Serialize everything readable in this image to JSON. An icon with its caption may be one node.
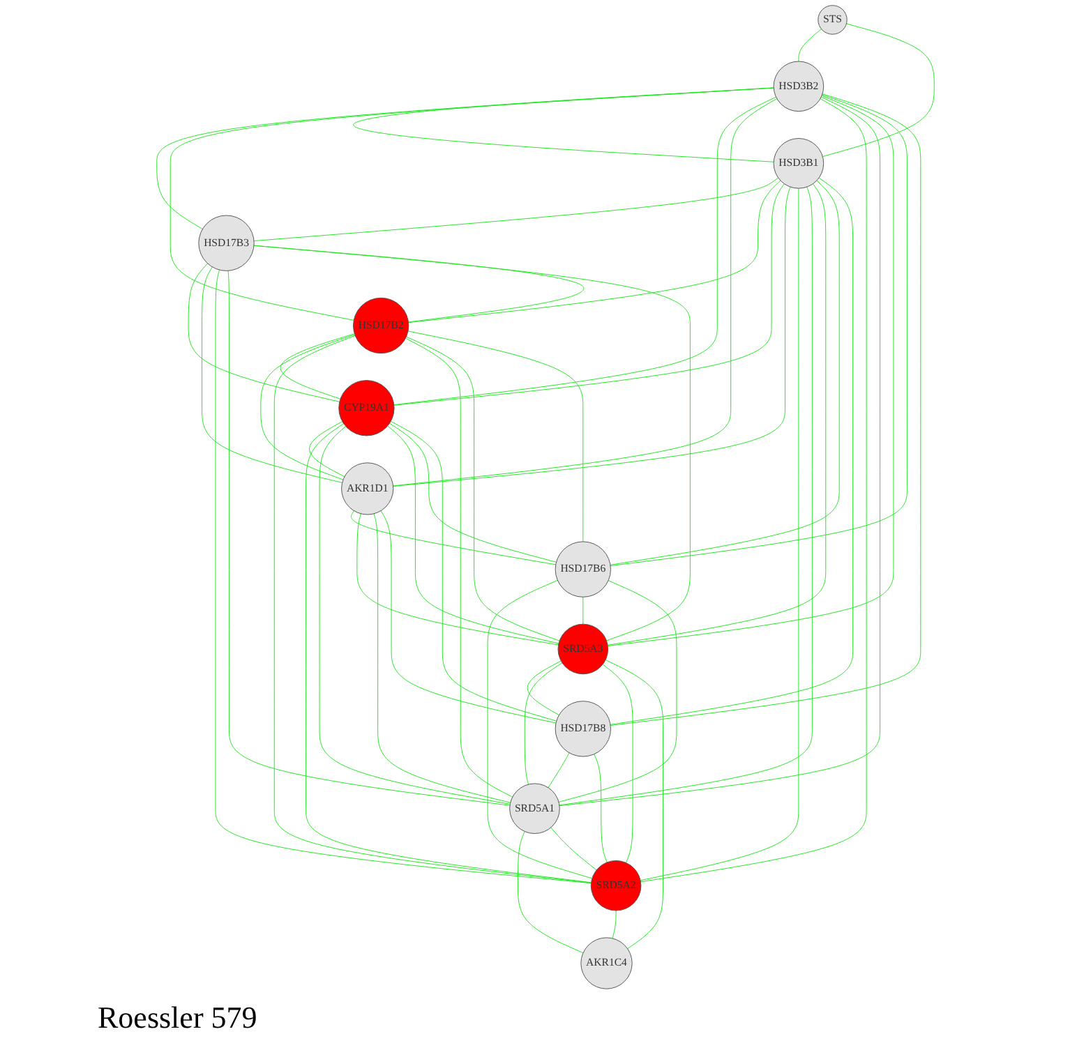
{
  "diagram": {
    "nodes": [
      {
        "text": [
          "STS"
        ]
      },
      {
        "text": [
          "HSD17B3"
        ]
      },
      {
        "text": [
          "HSD3B1"
        ]
      },
      {
        "text": [
          "HSD3B2"
        ]
      },
      {
        "text": [
          "HSD17B2"
        ]
      },
      {
        "text": [
          "CYP19A1"
        ]
      },
      {
        "text": [
          "AKR1D1"
        ]
      },
      {
        "text": [
          "HSD17B6"
        ]
      },
      {
        "text": [
          "SRD5A2"
        ]
      },
      {
        "text": [
          "SRD5A1"
        ]
      },
      {
        "text": [
          "HSD17B8"
        ]
      },
      {
        "text": [
          "SRD5A3"
        ]
      },
      {
        "text": [
          "AKR1C4"
        ]
      }
    ],
    "edges": [
      {
        "from": 0,
        "to": 3,
        "arrow": "none"
      },
      {
        "from": 0,
        "to": 2,
        "arrow": "none"
      },
      {
        "from": 3,
        "to": 2,
        "arrow": "none"
      },
      {
        "from": 3,
        "to": 1,
        "arrow": "none"
      },
      {
        "from": 3,
        "to": 4,
        "arrow": "none"
      },
      {
        "from": 3,
        "to": 5,
        "arrow": "none"
      },
      {
        "from": 3,
        "to": 6,
        "arrow": "none"
      },
      {
        "from": 3,
        "to": 8,
        "arrow": "none"
      },
      {
        "from": 3,
        "to": 9,
        "arrow": "none"
      },
      {
        "from": 3,
        "to": 11,
        "arrow": "none"
      },
      {
        "from": 3,
        "to": 7,
        "arrow": "none"
      },
      {
        "from": 3,
        "to": 10,
        "arrow": "none"
      },
      {
        "from": 2,
        "to": 1,
        "arrow": "none"
      },
      {
        "from": 2,
        "to": 4,
        "arrow": "none"
      },
      {
        "from": 2,
        "to": 5,
        "arrow": "none"
      },
      {
        "from": 2,
        "to": 6,
        "arrow": "none"
      },
      {
        "from": 2,
        "to": 8,
        "arrow": "none"
      },
      {
        "from": 2,
        "to": 9,
        "arrow": "none"
      },
      {
        "from": 2,
        "to": 11,
        "arrow": "none"
      },
      {
        "from": 2,
        "to": 7,
        "arrow": "none"
      },
      {
        "from": 2,
        "to": 10,
        "arrow": "none"
      },
      {
        "from": 1,
        "to": 5,
        "arrow": "none"
      },
      {
        "from": 1,
        "to": 6,
        "arrow": "none"
      },
      {
        "from": 1,
        "to": 8,
        "arrow": "none"
      },
      {
        "from": 1,
        "to": 9,
        "arrow": "none"
      },
      {
        "from": 1,
        "to": 11,
        "arrow": "none"
      },
      {
        "from": 1,
        "to": 4,
        "arrow": "none"
      },
      {
        "from": 4,
        "to": 5,
        "arrow": "none"
      },
      {
        "from": 4,
        "to": 6,
        "arrow": "none"
      },
      {
        "from": 4,
        "to": 8,
        "arrow": "none"
      },
      {
        "from": 4,
        "to": 9,
        "arrow": "none"
      },
      {
        "from": 4,
        "to": 11,
        "arrow": "none"
      },
      {
        "from": 4,
        "to": 7,
        "arrow": "none"
      },
      {
        "from": 5,
        "to": 6,
        "arrow": "none"
      },
      {
        "from": 5,
        "to": 8,
        "arrow": "none"
      },
      {
        "from": 5,
        "to": 9,
        "arrow": "none"
      },
      {
        "from": 5,
        "to": 11,
        "arrow": "none"
      },
      {
        "from": 5,
        "to": 7,
        "arrow": "none"
      },
      {
        "from": 5,
        "to": 10,
        "arrow": "none"
      },
      {
        "from": 6,
        "to": 7,
        "arrow": "none"
      },
      {
        "from": 6,
        "to": 11,
        "arrow": "none"
      },
      {
        "from": 6,
        "to": 9,
        "arrow": "none"
      },
      {
        "from": 6,
        "to": 10,
        "arrow": "none"
      },
      {
        "from": 7,
        "to": 8,
        "arrow": "none"
      },
      {
        "from": 7,
        "to": 11,
        "arrow": "none"
      },
      {
        "from": 7,
        "to": 9,
        "arrow": "none"
      },
      {
        "from": 11,
        "to": 10,
        "arrow": "none"
      },
      {
        "from": 10,
        "to": 9,
        "arrow": "none"
      },
      {
        "from": 10,
        "to": 8,
        "arrow": "none"
      },
      {
        "from": 11,
        "to": 9,
        "arrow": "none"
      },
      {
        "from": 11,
        "to": 8,
        "arrow": "none"
      },
      {
        "from": 11,
        "to": 12,
        "arrow": "none"
      },
      {
        "from": 9,
        "to": 12,
        "arrow": "none"
      },
      {
        "from": 9,
        "to": 8,
        "arrow": "none"
      },
      {
        "from": 8,
        "to": 12,
        "arrow": "none"
      }
    ],
    "labels": [
      "Roessler 579"
    ]
  }
}
